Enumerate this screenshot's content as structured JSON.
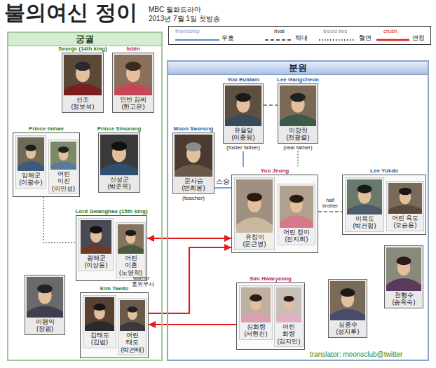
{
  "diagram": {
    "title": "불의여신 정이",
    "nodes": [
      {
        "text": [
          "궁궐"
        ]
      },
      {
        "text": [
          "Seonjo (14th king)",
          "선조 (정보석)"
        ],
        "in": 0
      },
      {
        "text": [
          "Inbin",
          "인빈 김씨 (한고은)"
        ],
        "in": 0
      },
      {
        "text": [
          "Prince Imhae"
        ],
        "in": 0
      },
      {
        "text": [
          "임해군 (이광수)"
        ],
        "in": 3
      },
      {
        "text": [
          "어린 이진 (이민성)"
        ],
        "in": 3
      },
      {
        "text": [
          "Prince Sinseong",
          "신성군 (박준목)"
        ],
        "in": 0
      },
      {
        "text": [
          "Lord Gwanghae (15th king)"
        ],
        "in": 0
      },
      {
        "text": [
          "광해군 (이상윤)"
        ],
        "in": 7
      },
      {
        "text": [
          "어린 이혼 (노영학)"
        ],
        "in": 7
      },
      {
        "text": [
          "이평익 (장광)"
        ],
        "in": 0
      },
      {
        "text": [
          "Kim Taedo"
        ],
        "in": 0
      },
      {
        "text": [
          "김태도 (김범)"
        ],
        "in": 11
      },
      {
        "text": [
          "어린 태도 (박건태)"
        ],
        "in": 11
      },
      {
        "text": [
          "분원"
        ]
      },
      {
        "text": [
          "Yoo Euldam",
          "유을담 (이종원)",
          "(foster father)"
        ],
        "in": 14
      },
      {
        "text": [
          "Lee Gangcheon",
          "이강천 (전광렬)",
          "(real father)"
        ],
        "in": 14
      },
      {
        "text": [
          "Moon Saseung",
          "문사승 (변희봉)",
          "(teacher)"
        ],
        "in": 14
      },
      {
        "text": [
          "Yoo Jeong"
        ],
        "in": 14
      },
      {
        "text": [
          "유정이 (문근영)"
        ],
        "in": 18
      },
      {
        "text": [
          "어린 정이 (진지희)"
        ],
        "in": 18
      },
      {
        "text": [
          "Lee Yukdo"
        ],
        "in": 14
      },
      {
        "text": [
          "이육도 (박건형)"
        ],
        "in": 21
      },
      {
        "text": [
          "어린 육도 (오승윤)"
        ],
        "in": 21
      },
      {
        "text": [
          "천행수 (송옥숙)"
        ],
        "in": 14
      },
      {
        "text": [
          "Sim Hwaryeong"
        ],
        "in": 14
      },
      {
        "text": [
          "심화령 (서현진)"
        ],
        "in": 25
      },
      {
        "text": [
          "어린 화령 (김지민)"
        ],
        "in": 25
      },
      {
        "text": [
          "심종수 (성지루)"
        ],
        "in": 14
      }
    ],
    "edges": [
      {
        "from": 15,
        "to": 16,
        "arrow": "none"
      },
      {
        "from": 15,
        "to": 18,
        "arrow": "none"
      },
      {
        "from": 16,
        "to": 18,
        "arrow": "none"
      },
      {
        "from": 17,
        "to": 18,
        "label": "스승",
        "arrow": "none"
      },
      {
        "from": 18,
        "to": 21,
        "label": "half brother",
        "arrow": "none"
      },
      {
        "from": 7,
        "to": 18,
        "arrow": "both"
      },
      {
        "from": 11,
        "to": 18,
        "arrow": "to"
      },
      {
        "from": 25,
        "to": 11,
        "arrow": "to"
      },
      {
        "from": 3,
        "to": 7,
        "arrow": "none"
      }
    ],
    "labels": [
      "MBC 월화드라마",
      "2013년 7월 1일 첫방송",
      "우호",
      "적대",
      "혈연",
      "연정",
      "warrior",
      "호위무사",
      "translator: moonsclub@twitter"
    ],
    "legend": [
      {
        "text": "friendship"
      },
      {
        "text": "rival"
      },
      {
        "text": "blood ties"
      },
      {
        "text": "crush"
      }
    ]
  }
}
